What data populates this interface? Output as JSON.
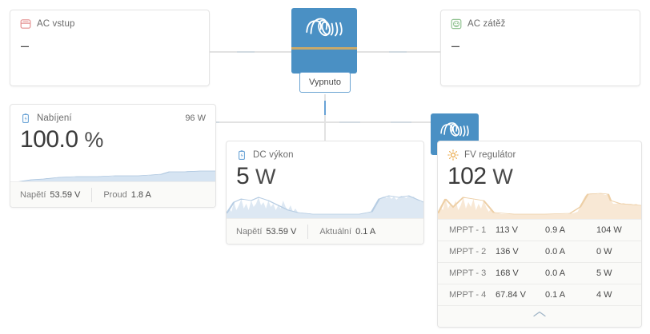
{
  "theme": {
    "accent_blue": "#4a90c4",
    "line_grey": "#e2e2e2",
    "gold": "#c9a96a",
    "orange": "#e8a33d",
    "battery_blue": "#5b9bd5",
    "ac_input_red": "#e8a0a0",
    "ac_load_green": "#8fc48f"
  },
  "ac_input": {
    "icon": "ac-input-icon",
    "title": "AC vstup",
    "value": "–"
  },
  "ac_load": {
    "icon": "ac-load-outlet-icon",
    "title": "AC zátěž",
    "value": "–"
  },
  "inverter": {
    "logo": "victron-logo-icon",
    "state_label": "Vypnuto"
  },
  "pv_inverter_block": {
    "logo": "victron-logo-icon"
  },
  "battery": {
    "icon": "battery-charging-icon",
    "title": "Nabíjení",
    "power": "96 W",
    "value": "100.0",
    "unit": "%",
    "metrics": [
      {
        "label": "Napětí",
        "value": "53.59 V"
      },
      {
        "label": "Proud",
        "value": "1.8 A"
      }
    ],
    "sparkline": {
      "type": "area",
      "color": "#c8d9ea",
      "points": [
        34,
        34,
        33,
        33,
        32,
        32,
        31,
        31,
        30,
        30,
        30,
        29,
        29,
        29,
        28,
        28,
        28,
        28,
        28,
        27,
        27,
        27,
        27,
        27,
        27,
        27,
        26,
        26,
        26,
        26,
        26,
        26,
        26,
        26,
        26,
        26,
        26,
        26,
        26,
        26,
        26,
        25,
        25,
        25,
        25,
        25,
        25,
        25,
        25,
        25,
        25,
        25,
        25,
        25,
        25,
        24,
        24,
        24,
        24,
        23,
        22,
        21,
        20,
        20,
        20,
        20,
        20,
        20,
        20,
        19,
        19,
        19,
        19,
        19,
        19,
        19,
        19,
        19,
        19,
        19
      ]
    }
  },
  "dc_power": {
    "icon": "battery-icon",
    "title": "DC výkon",
    "value": "5",
    "unit": "W",
    "metrics": [
      {
        "label": "Napětí",
        "value": "53.59 V"
      },
      {
        "label": "Aktuální",
        "value": "0.1 A"
      }
    ],
    "sparkline": {
      "type": "area",
      "color": "#c8d9ea",
      "points": [
        30,
        24,
        28,
        16,
        26,
        20,
        12,
        24,
        18,
        26,
        14,
        22,
        18,
        10,
        20,
        16,
        24,
        14,
        22,
        18,
        26,
        20,
        24,
        14,
        22,
        26,
        20,
        28,
        24,
        29,
        30,
        30,
        30,
        30,
        30,
        31,
        31,
        31,
        31,
        31,
        31,
        31,
        31,
        31,
        31,
        31,
        31,
        31,
        31,
        31,
        31,
        31,
        31,
        31,
        31,
        30,
        30,
        30,
        29,
        28,
        24,
        18,
        12,
        10,
        9,
        11,
        8,
        12,
        9,
        13,
        10,
        8,
        9,
        11,
        8,
        10,
        9,
        12,
        14,
        16
      ]
    }
  },
  "pv": {
    "icon": "sun-icon",
    "title": "FV regulátor",
    "value": "102",
    "unit": "W",
    "sparkline": {
      "type": "area",
      "color": "#f6e3cd",
      "points": [
        30,
        22,
        26,
        12,
        24,
        18,
        22,
        14,
        26,
        20,
        10,
        24,
        16,
        22,
        12,
        26,
        18,
        24,
        14,
        22,
        28,
        24,
        29,
        30,
        30,
        31,
        31,
        31,
        31,
        31,
        31,
        31,
        31,
        31,
        31,
        31,
        31,
        31,
        31,
        31,
        31,
        31,
        31,
        31,
        31,
        31,
        31,
        31,
        31,
        31,
        31,
        31,
        30,
        30,
        29,
        28,
        22,
        14,
        8,
        6,
        5,
        5,
        5,
        6,
        5,
        6,
        7,
        6,
        14,
        18,
        18,
        17,
        18,
        17,
        18,
        18,
        18,
        19,
        18,
        20
      ]
    },
    "mppt_header": null,
    "mppt_rows": [
      {
        "name": "MPPT - 1",
        "voltage": "113 V",
        "current": "0.9 A",
        "power": "104 W"
      },
      {
        "name": "MPPT - 2",
        "voltage": "136 V",
        "current": "0.0 A",
        "power": "0 W"
      },
      {
        "name": "MPPT - 3",
        "voltage": "168 V",
        "current": "0.0 A",
        "power": "5 W"
      },
      {
        "name": "MPPT - 4",
        "voltage": "67.84 V",
        "current": "0.1 A",
        "power": "4 W"
      }
    ],
    "collapse_icon": "chevron-up-icon"
  }
}
